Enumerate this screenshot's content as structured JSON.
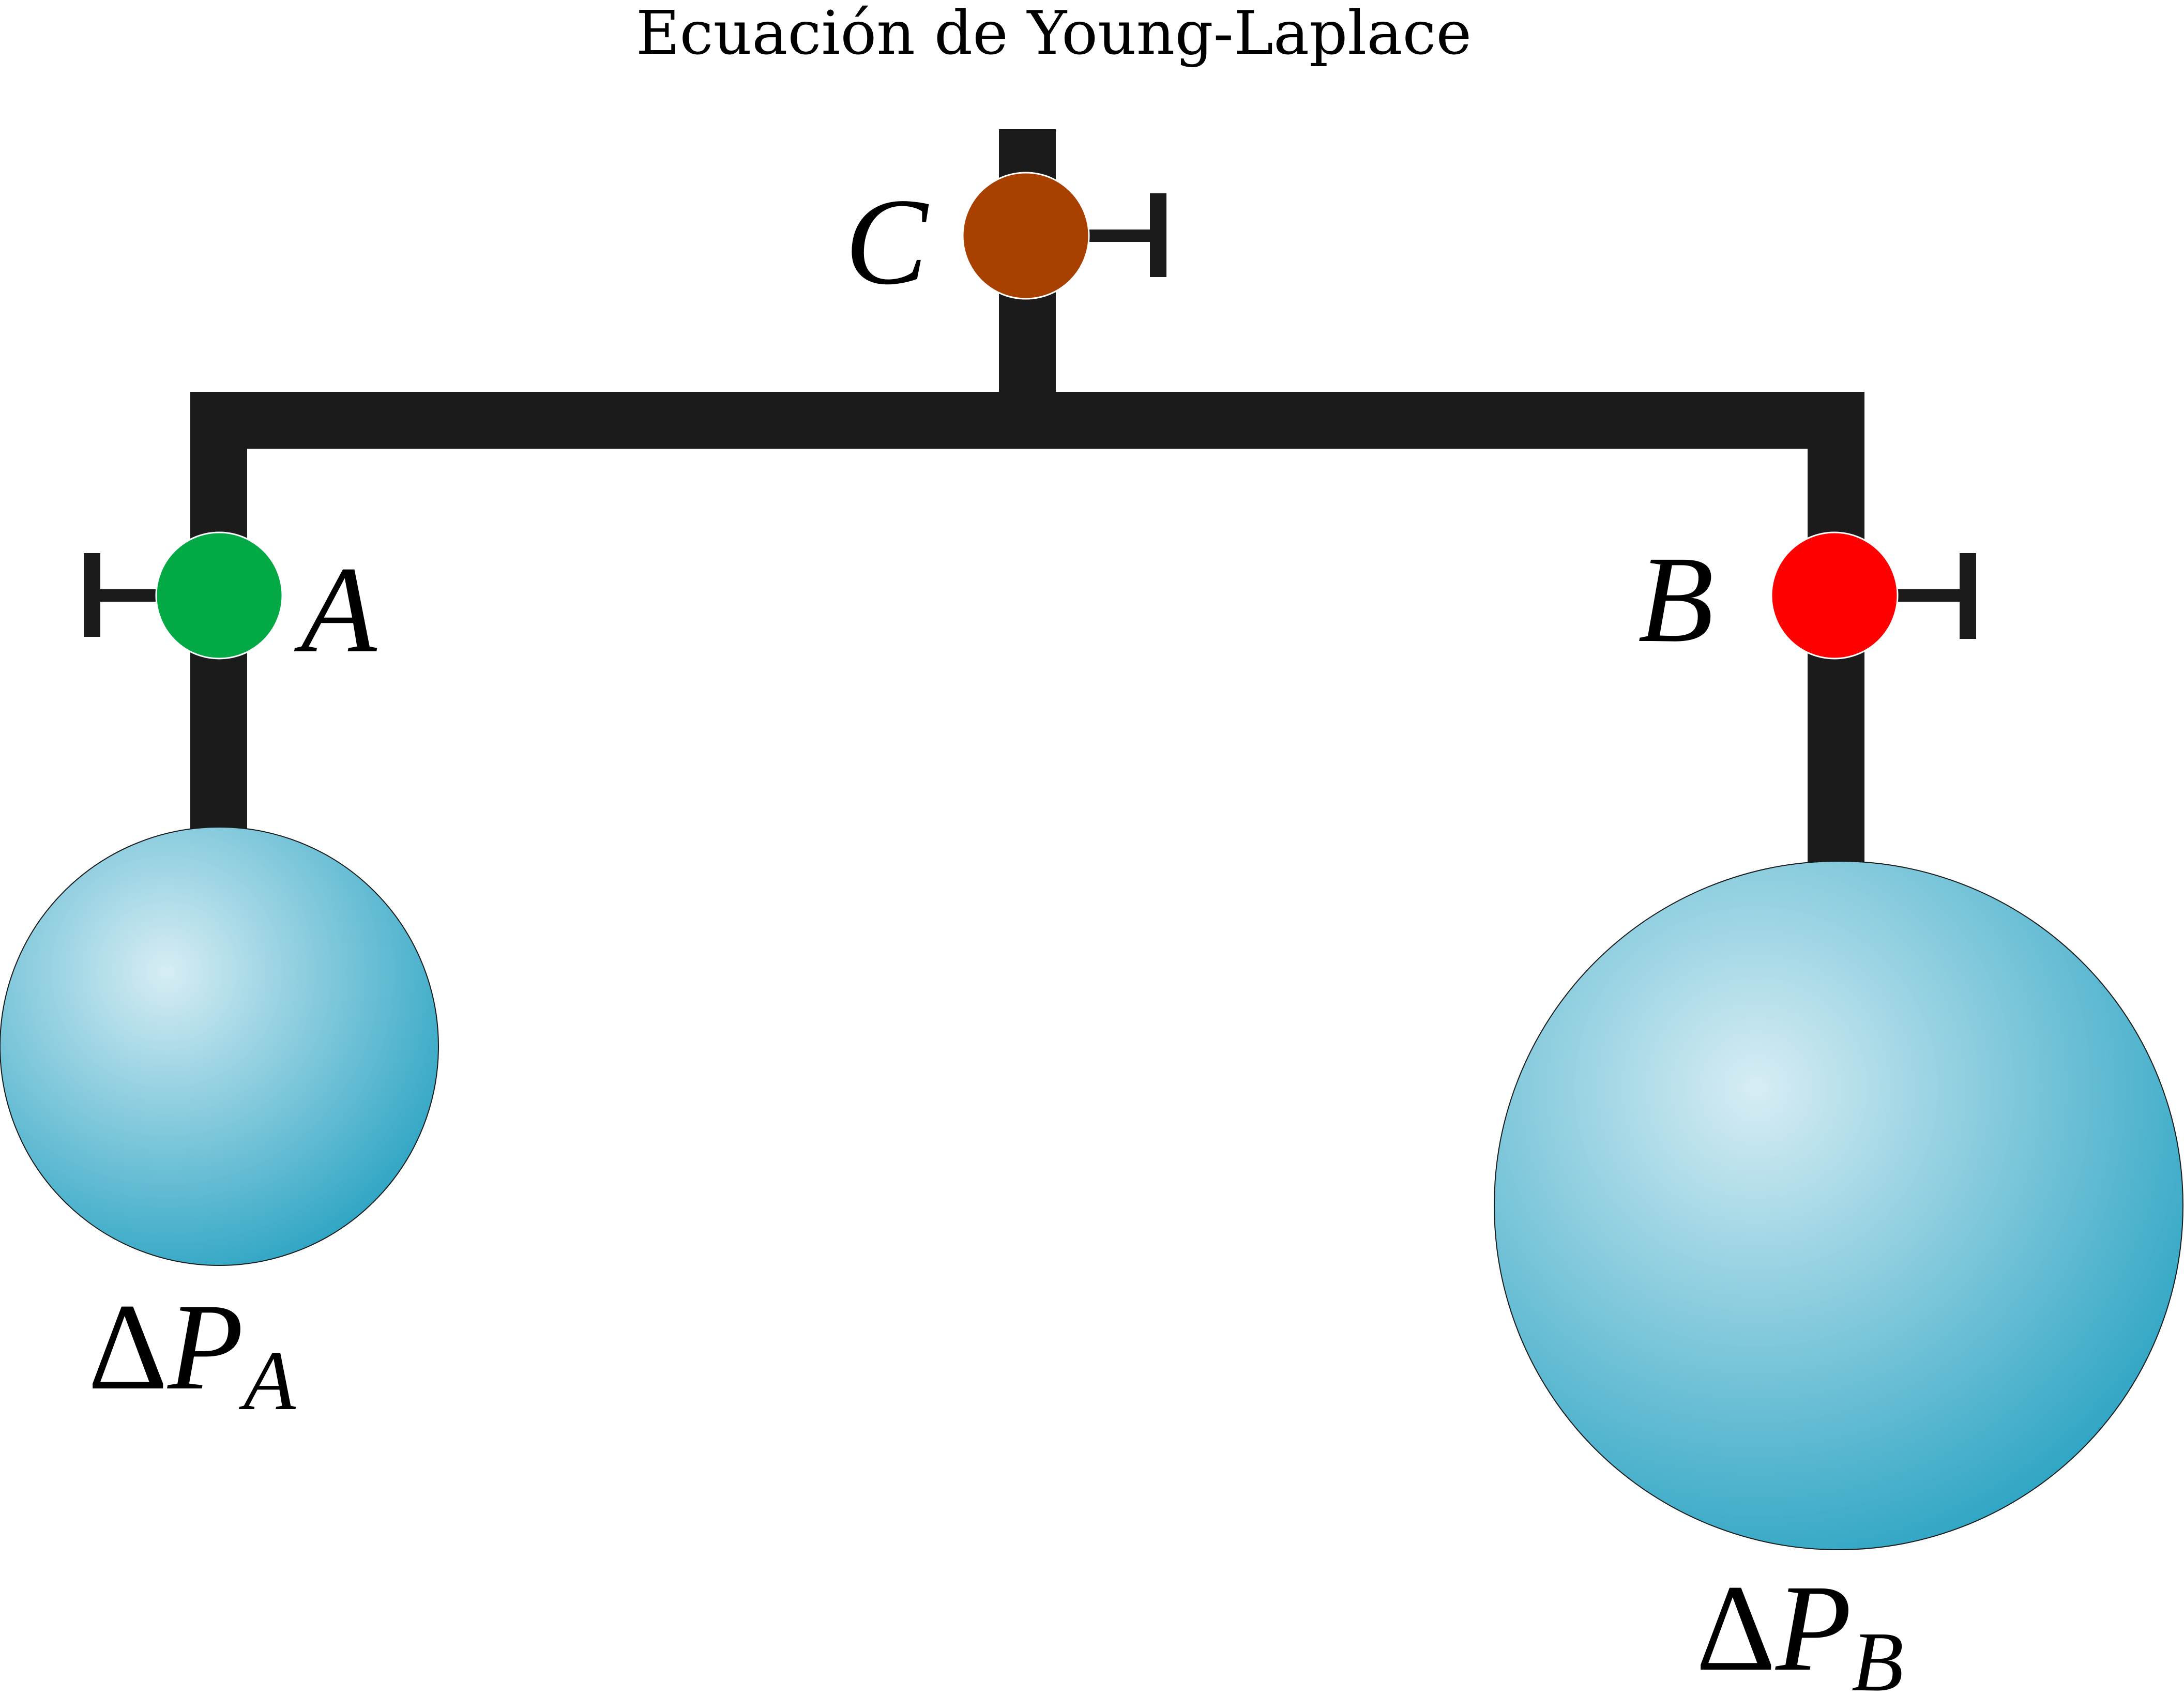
{
  "title": "Ecuación de Young-Laplace",
  "colors": {
    "pipe": "#1b1b1b",
    "valve_a": "#03a944",
    "valve_b": "#ff0000",
    "valve_c": "#a84000",
    "bubble_light": "#d7edf4",
    "bubble_dark": "#2ea5c4",
    "background": "#ffffff"
  },
  "valves": {
    "a": {
      "label": "A",
      "color_name": "green"
    },
    "b": {
      "label": "B",
      "color_name": "red"
    },
    "c": {
      "label": "C",
      "color_name": "brown"
    }
  },
  "bubbles": {
    "a": {
      "delta": "Δ",
      "symbol": "P",
      "subscript": "A",
      "relative_size": "small"
    },
    "b": {
      "delta": "Δ",
      "symbol": "P",
      "subscript": "B",
      "relative_size": "large"
    }
  }
}
